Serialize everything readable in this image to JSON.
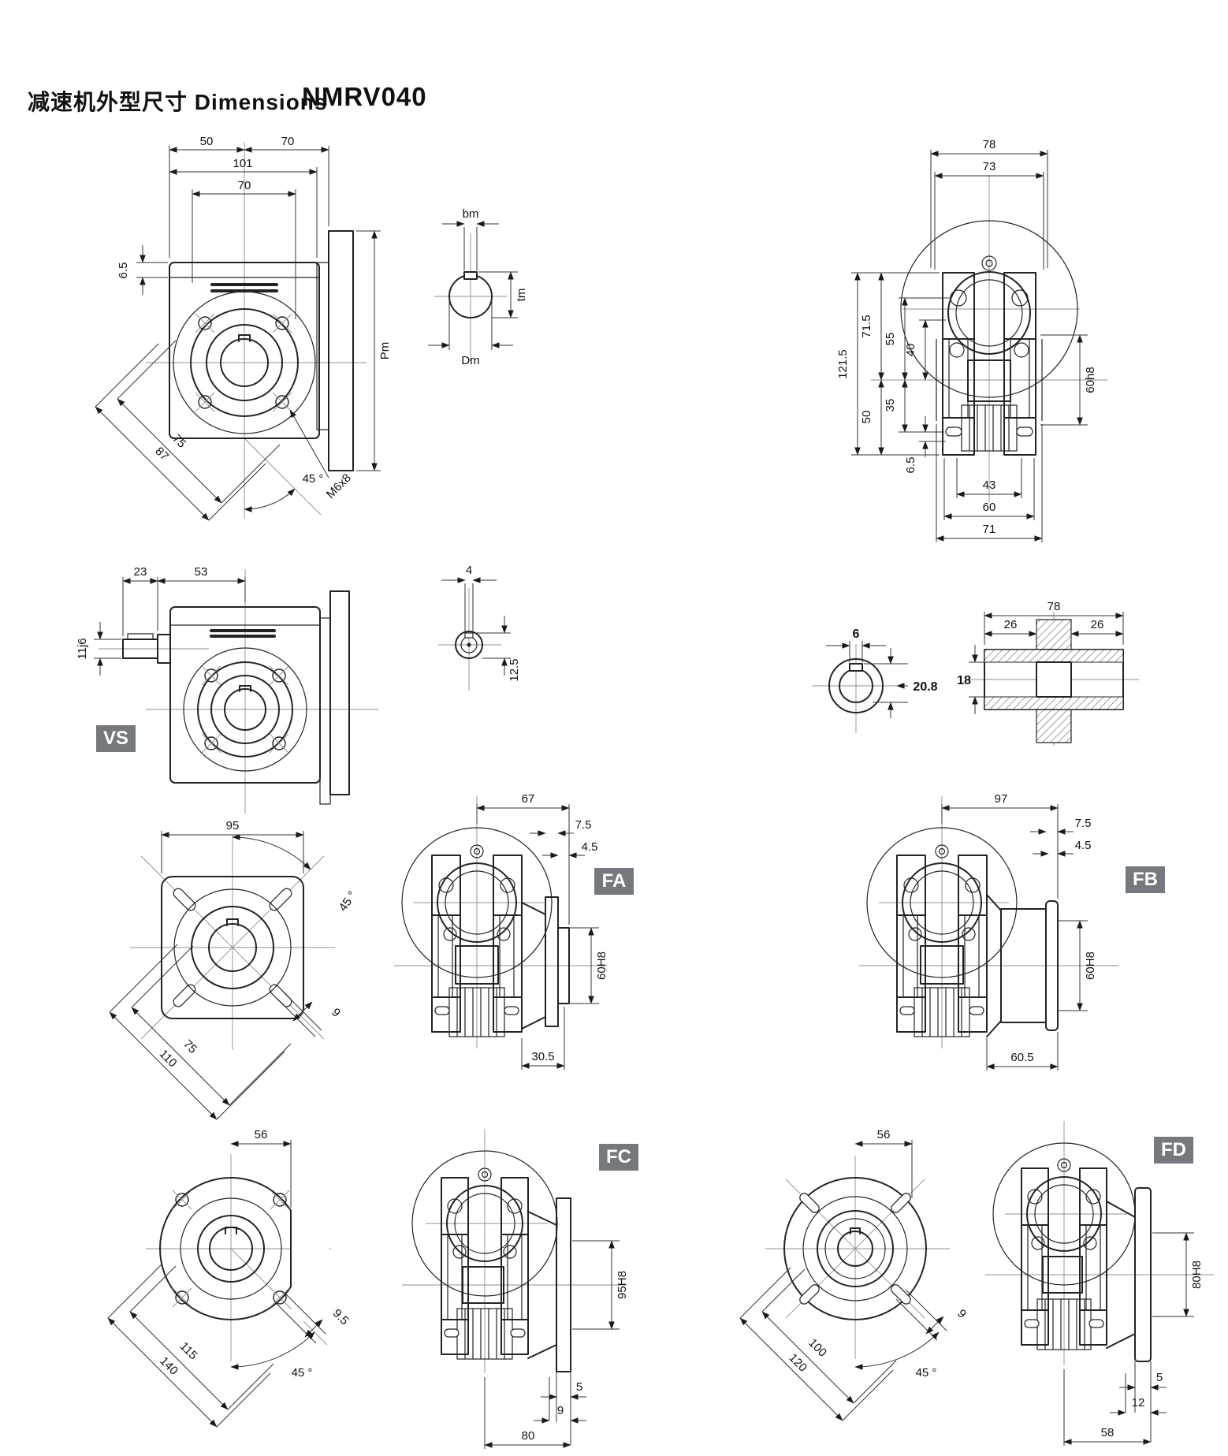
{
  "header": {
    "title": "减速机外型尺寸 Dimensions",
    "model": "NMRV040"
  },
  "labels": {
    "front": {
      "d50": "50",
      "d70a": "70",
      "d101": "101",
      "d70b": "70",
      "d65": "6.5",
      "pm": "Pm",
      "d75": "75",
      "d87": "87",
      "a45": "45 °",
      "m6x8": "M6x8"
    },
    "keym": {
      "bm": "bm",
      "tm": "tm",
      "dm": "Dm"
    },
    "side": {
      "d78": "78",
      "d73": "73",
      "d1215": "121.5",
      "d715": "71.5",
      "d55": "55",
      "d40": "40",
      "d50": "50",
      "d35": "35",
      "d65": "6.5",
      "d60h8": "60h8",
      "d43": "43",
      "d60": "60",
      "d71": "71"
    },
    "vs": {
      "tag": "VS",
      "d23": "23",
      "d53": "53",
      "d11j6": "11j6"
    },
    "keyv": {
      "d4": "4",
      "d125": "12.5"
    },
    "bore": {
      "d6": "6",
      "d208": "20.8"
    },
    "hollow": {
      "d78": "78",
      "d26l": "26",
      "d26r": "26",
      "d18": "18"
    },
    "sqf": {
      "d95": "95",
      "a45": "45 °",
      "d75": "75",
      "d110": "110",
      "d9": "9"
    },
    "fa": {
      "tag": "FA",
      "d67": "67",
      "d75": "7.5",
      "d45": "4.5",
      "d60h8": "60H8",
      "d305": "30.5"
    },
    "fb": {
      "tag": "FB",
      "d97": "97",
      "d75": "7.5",
      "d45": "4.5",
      "d60h8": "60H8",
      "d605": "60.5"
    },
    "fcf": {
      "d56": "56",
      "d115": "115",
      "d140": "140",
      "d95": "9.5",
      "a45": "45 °"
    },
    "fc": {
      "tag": "FC",
      "d95h8": "95H8",
      "d5": "5",
      "d9": "9",
      "d80": "80"
    },
    "fdf": {
      "d56": "56",
      "d100": "100",
      "d120": "120",
      "d9": "9",
      "a45": "45 °"
    },
    "fd": {
      "tag": "FD",
      "d80h8": "80H8",
      "d5": "5",
      "d12": "12",
      "d58": "58"
    }
  }
}
